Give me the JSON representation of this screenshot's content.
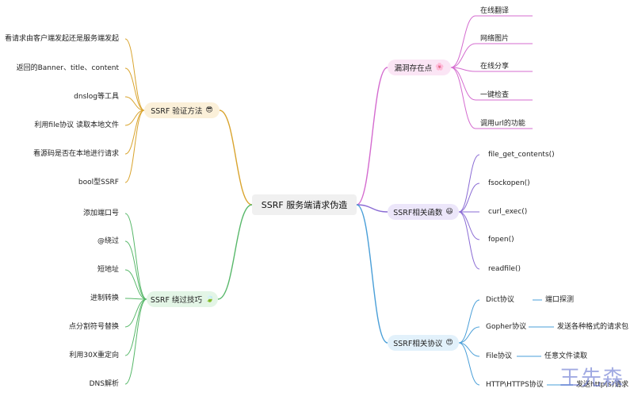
{
  "center": {
    "label": "SSRF 服务端请求伪造"
  },
  "branches": {
    "vuln": {
      "label": "漏洞存在点",
      "emoji": "🌸",
      "color": "#d46bcf",
      "bg": "#fbe5f5",
      "children": [
        "在线翻译",
        "网络图片",
        "在线分享",
        "一键检查",
        "调用url的功能"
      ]
    },
    "funcs": {
      "label": "SSRF相关函数",
      "emoji": "😃",
      "color": "#8a6bd4",
      "bg": "#ece6fa",
      "children": [
        "file_get_contents()",
        "fsockopen()",
        "curl_exec()",
        "fopen()",
        "readfile()"
      ]
    },
    "protos": {
      "label": "SSRF相关协议",
      "emoji": "😍",
      "color": "#4a9fd8",
      "bg": "#e2f1fb",
      "children": [
        {
          "label": "Dict协议",
          "detail": "端口探测"
        },
        {
          "label": "Gopher协议",
          "detail": "发送各种格式的请求包"
        },
        {
          "label": "File协议",
          "detail": "任意文件读取"
        },
        {
          "label": "HTTP\\HTTPS协议",
          "detail": "发送http(s)请求"
        }
      ]
    },
    "verify": {
      "label": "SSRF 验证方法",
      "emoji": "😎",
      "color": "#d9a42e",
      "bg": "#fbf0d9",
      "children": [
        "看请求由客户端发起还是服务端发起",
        "返回的Banner、title、content",
        "dnslog等工具",
        "利用file协议 读取本地文件",
        "看源码是否在本地进行请求",
        "bool型SSRF"
      ]
    },
    "bypass": {
      "label": "SSRF 绕过技巧",
      "emoji": "🍃",
      "color": "#58b86a",
      "bg": "#e3f5e6",
      "children": [
        "添加端口号",
        "@绕过",
        "短地址",
        "进制转换",
        "点分割符号替换",
        "利用30X重定向",
        "DNS解析"
      ]
    }
  },
  "watermark": "王先森"
}
